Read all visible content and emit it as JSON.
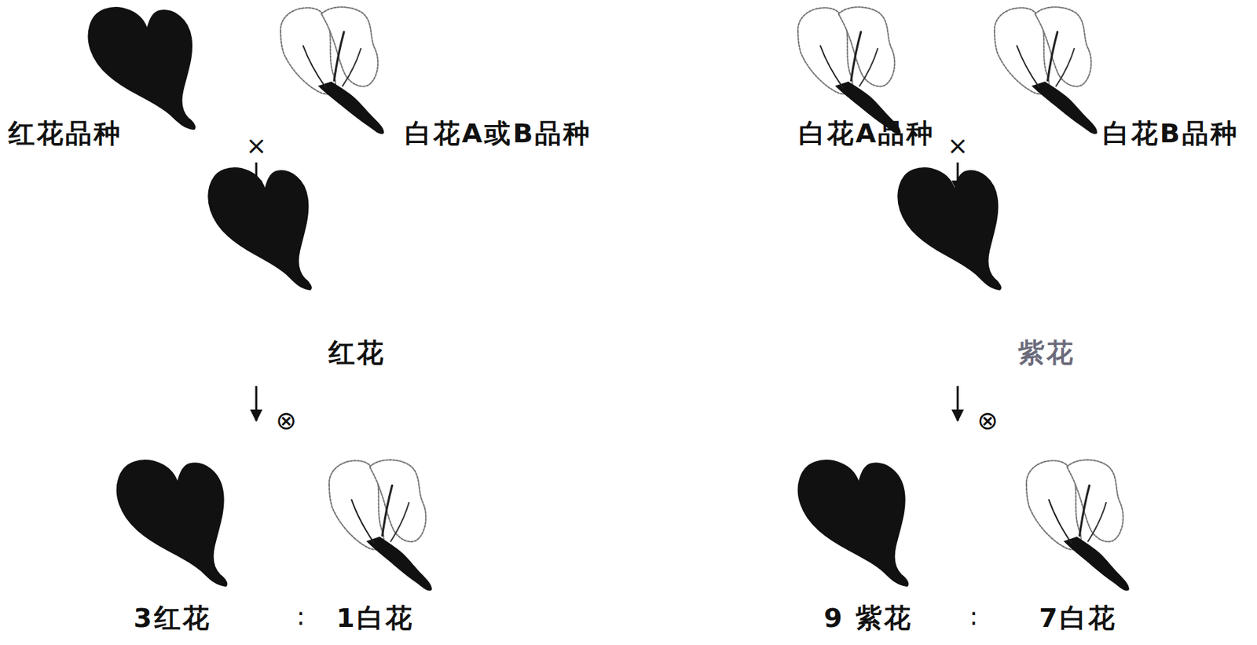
{
  "diagram": {
    "nodes": [
      {
        "text": [
          "红花品种"
        ]
      },
      {
        "text": [
          "白花A或B品种"
        ]
      },
      {
        "text": [
          "红花"
        ]
      },
      {
        "text": [
          "3红花"
        ]
      },
      {
        "text": [
          "1白花"
        ]
      },
      {
        "text": [
          "白花A品种"
        ]
      },
      {
        "text": [
          "白花B品种"
        ]
      },
      {
        "text": [
          "紫花"
        ]
      },
      {
        "text": [
          "9 紫花"
        ]
      },
      {
        "text": [
          "7白花"
        ]
      }
    ],
    "labels": [
      "×",
      "⊗",
      ":",
      "×",
      "⊗",
      ":"
    ]
  }
}
